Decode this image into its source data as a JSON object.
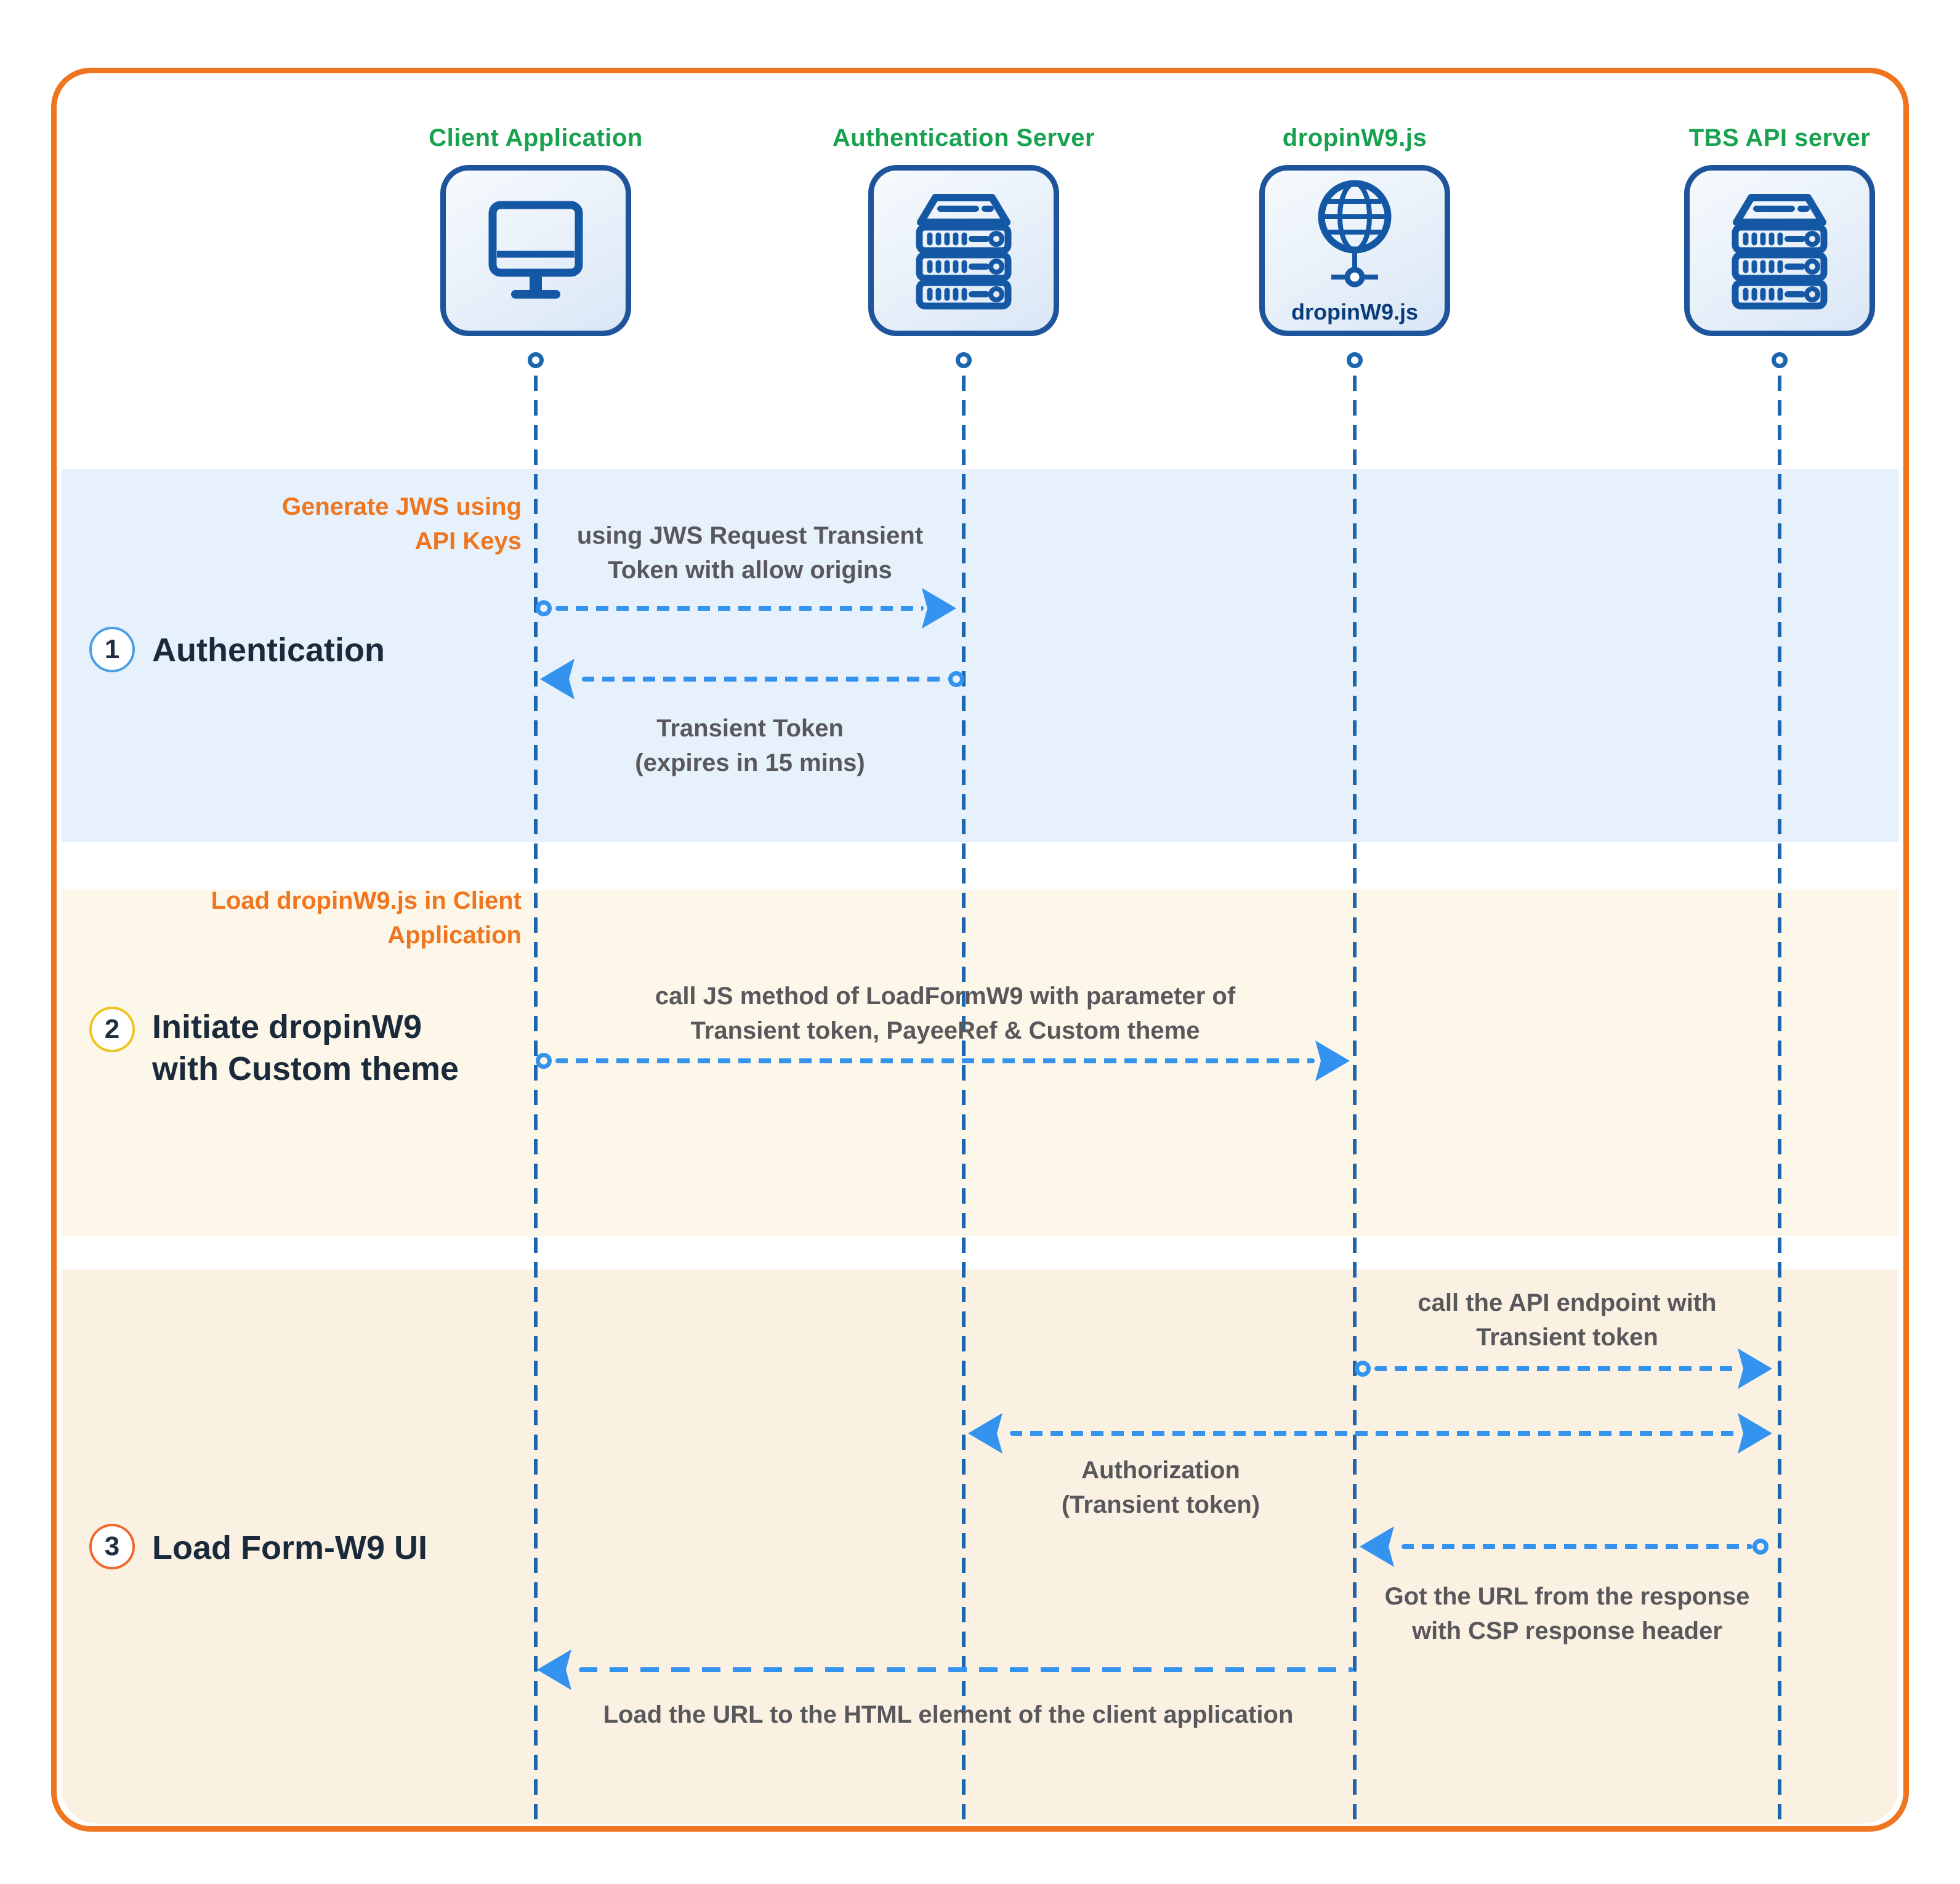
{
  "diagram_type": "sequence-diagram",
  "actors": [
    {
      "label": "Client Application",
      "icon": "monitor-icon"
    },
    {
      "label": "Authentication Server",
      "icon": "server-stack-icon"
    },
    {
      "label": "dropinW9.js",
      "icon": "globe-network-icon",
      "box_caption": "dropinW9.js"
    },
    {
      "label": "TBS API server",
      "icon": "server-stack-icon"
    }
  ],
  "sections": [
    {
      "number": "1",
      "title_lines": [
        "Authentication"
      ],
      "note_lines": [
        "Generate JWS using",
        "API Keys"
      ],
      "accent_color": "#4AA0E8",
      "background": "#E6F1FB"
    },
    {
      "number": "2",
      "title_lines": [
        "Initiate dropinW9",
        "with Custom theme"
      ],
      "note_lines": [
        "Load dropinW9.js in Client",
        "Application"
      ],
      "accent_color": "#EFC41F",
      "background": "#FCF7E9"
    },
    {
      "number": "3",
      "title_lines": [
        "Load Form-W9 UI"
      ],
      "note_lines": [],
      "accent_color": "#EE6A2A",
      "background": "#FBF1E2"
    }
  ],
  "messages": [
    {
      "from": "Client Application",
      "to": "Authentication Server",
      "direction": "right",
      "lines": [
        "using JWS Request Transient",
        "Token with allow origins"
      ]
    },
    {
      "from": "Authentication Server",
      "to": "Client Application",
      "direction": "left",
      "lines": [
        "Transient Token",
        "(expires in 15 mins)"
      ]
    },
    {
      "from": "Client Application",
      "to": "dropinW9.js",
      "direction": "right",
      "lines": [
        "call JS method of LoadFormW9 with parameter of",
        "Transient token, PayeeRef & Custom theme"
      ]
    },
    {
      "from": "dropinW9.js",
      "to": "TBS API server",
      "direction": "right",
      "lines": [
        "call the API endpoint with",
        "Transient token"
      ]
    },
    {
      "from": "Authentication Server",
      "to": "TBS API server",
      "direction": "both",
      "lines": [
        "Authorization",
        "(Transient token)"
      ]
    },
    {
      "from": "TBS API server",
      "to": "dropinW9.js",
      "direction": "left",
      "lines": [
        "Got the URL from the response",
        "with CSP response header"
      ]
    },
    {
      "from": "dropinW9.js",
      "to": "Client Application",
      "direction": "left",
      "lines": [
        "Load the URL to the HTML element of the client application"
      ]
    }
  ],
  "colors": {
    "frame_orange": "#F0751F",
    "actor_green": "#18A24F",
    "icon_blue": "#1458A5",
    "box_border_blue": "#1D549B",
    "lifeline_blue": "#1B66AE",
    "arrow_blue": "#3393EF",
    "message_text": "#58585C",
    "title_text": "#1B2A3A",
    "section1_bg": "#E6F1FB",
    "section2_bg": "#FCF7E9",
    "section3_bg": "#FBF1E2"
  }
}
